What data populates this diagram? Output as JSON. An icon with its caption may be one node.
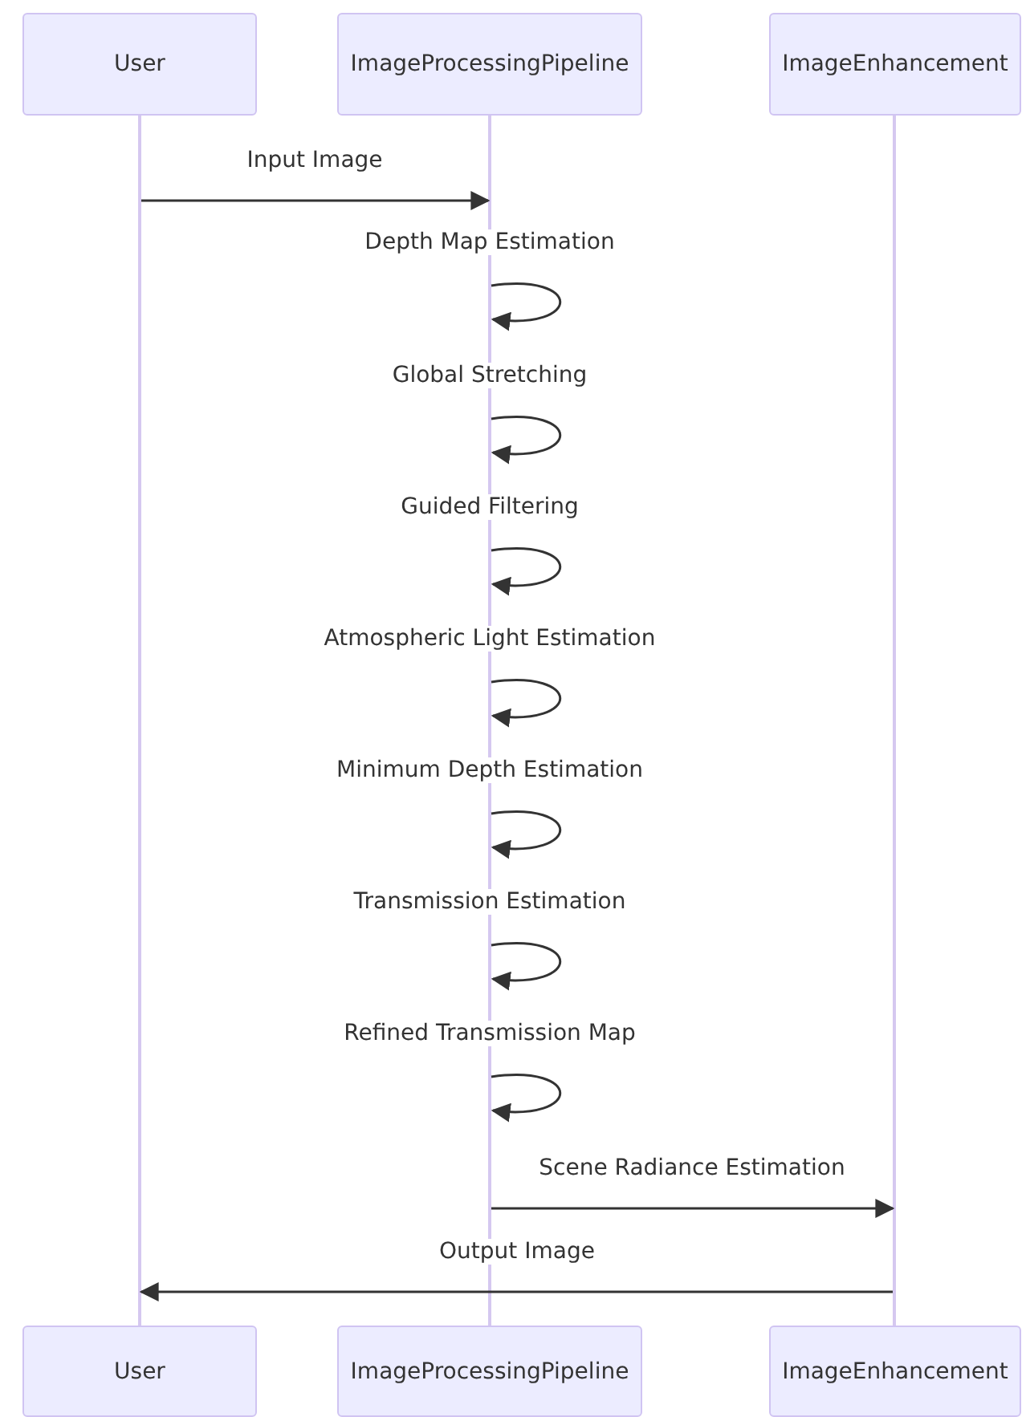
{
  "diagram": {
    "nodes": [
      {
        "text": [
          "User"
        ]
      },
      {
        "text": [
          "ImageProcessingPipeline"
        ]
      },
      {
        "text": [
          "ImageEnhancement"
        ]
      },
      {
        "text": [],
        "shape": "bar"
      },
      {
        "text": [],
        "shape": "bar"
      },
      {
        "text": [],
        "shape": "bar"
      },
      {
        "text": [
          "User"
        ]
      },
      {
        "text": [
          "ImageProcessingPipeline"
        ]
      },
      {
        "text": [
          "ImageEnhancement"
        ]
      }
    ],
    "edges": [
      {
        "from": 3,
        "to": 4,
        "arrow": "to",
        "label": "Input Image"
      },
      {
        "from": 4,
        "to": 4,
        "arrow": "to",
        "label": "Depth Map Estimation"
      },
      {
        "from": 4,
        "to": 4,
        "arrow": "to",
        "label": "Global Stretching"
      },
      {
        "from": 4,
        "to": 4,
        "arrow": "to",
        "label": "Guided Filtering"
      },
      {
        "from": 4,
        "to": 4,
        "arrow": "to",
        "label": "Atmospheric Light Estimation"
      },
      {
        "from": 4,
        "to": 4,
        "arrow": "to",
        "label": "Minimum Depth Estimation"
      },
      {
        "from": 4,
        "to": 4,
        "arrow": "to",
        "label": "Transmission Estimation"
      },
      {
        "from": 4,
        "to": 4,
        "arrow": "to",
        "label": "Refined Transmission Map"
      },
      {
        "from": 4,
        "to": 5,
        "arrow": "to",
        "label": "Scene Radiance Estimation"
      },
      {
        "from": 5,
        "to": 3,
        "arrow": "to",
        "label": "Output Image"
      }
    ]
  }
}
